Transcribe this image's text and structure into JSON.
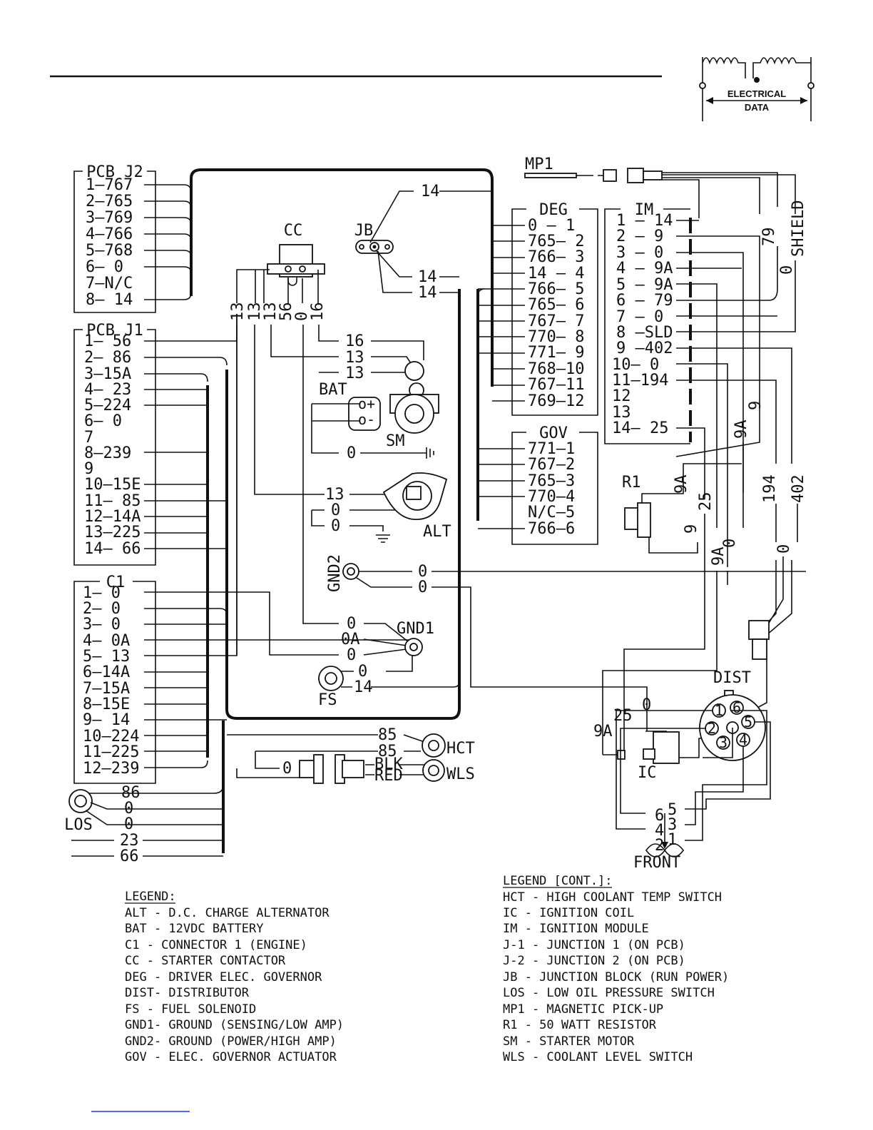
{
  "badge": {
    "line1": "ELECTRICAL",
    "line2": "DATA"
  },
  "blocks": {
    "pcb_j2": {
      "title": "PCB J2",
      "rows": [
        "1—767",
        "2—765",
        "3—769",
        "4—766",
        "5—768",
        "6— 0",
        "7—N/C",
        "8— 14"
      ]
    },
    "pcb_j1": {
      "title": "PCB J1",
      "rows": [
        "1— 56",
        "2— 86",
        "3—15A",
        "4— 23",
        "5—224",
        "6— 0",
        "7",
        "8—239",
        "9",
        "10—15E",
        "11— 85",
        "12—14A",
        "13—225",
        "14— 66"
      ]
    },
    "c1": {
      "title": "C1",
      "rows": [
        "1— 0",
        "2— 0",
        "3— 0",
        "4— 0A",
        "5— 13",
        "6—14A",
        "7—15A",
        "8—15E",
        "9— 14",
        "10—224",
        "11—225",
        "12—239"
      ]
    },
    "deg": {
      "title": "DEG",
      "rows": [
        "0 — 1",
        "765— 2",
        "766— 3",
        "14 — 4",
        "766— 5",
        "765— 6",
        "767— 7",
        "770— 8",
        "771— 9",
        "768—10",
        "767—11",
        "769—12"
      ]
    },
    "gov": {
      "title": "GOV",
      "rows": [
        "771—1",
        "767—2",
        "765—3",
        "770—4",
        "N/C—5",
        "766—6"
      ]
    },
    "im": {
      "title": "IM",
      "rows": [
        "1 — 14",
        "2 — 9",
        "3 — 0",
        "4 — 9A",
        "5 — 9A",
        "6 — 79",
        "7 — 0",
        "8 —SLD",
        "9 —402",
        "10— 0",
        "11—194",
        "12",
        "13",
        "14— 25"
      ]
    }
  },
  "components": {
    "cc": "CC",
    "jb": "JB",
    "bat": "BAT",
    "sm": "SM",
    "alt": "ALT",
    "gnd1": "GND1",
    "gnd2": "GND2",
    "fs": "FS",
    "hct": "HCT",
    "wls": "WLS",
    "los": "LOS",
    "mp1": "MP1",
    "r1": "R1",
    "ic": "IC",
    "dist": "DIST",
    "front": "FRONT"
  },
  "wire_labels": {
    "cc_vertical": [
      "13",
      "13",
      "13",
      "56",
      "0",
      "16"
    ],
    "jb_14a": "14",
    "jb_14b": "14",
    "jb_14c": "14",
    "sm_16": "16",
    "sm_13a": "13",
    "sm_13b": "13",
    "bat_0": "0",
    "alt_13": "13",
    "alt_0a": "0",
    "alt_0b": "0",
    "gnd2_0a": "0",
    "gnd2_0b": "0",
    "gnd1_0a": "0",
    "gnd1_0A": "0A",
    "gnd1_0b": "0",
    "fs_0": "0",
    "fs_14": "14",
    "hct_85a": "85",
    "hct_85b": "85",
    "wls_0": "0",
    "wls_blk": "BLK",
    "wls_red": "RED",
    "los_86": "86",
    "los_0a": "0",
    "los_0b": "0",
    "los_23": "23",
    "los_66": "66",
    "r_79": "79",
    "r_0": "0",
    "r_shield": "SHIELD",
    "r_9": "9",
    "r_9a": "9A",
    "r_194": "194",
    "r_402": "402",
    "r_0b": "0",
    "r1_9a": "9A",
    "r1_9": "9",
    "mid_25": "25",
    "mid_0": "0",
    "mid_9a": "9A",
    "ic_9a": "9A",
    "ic_25": "25",
    "ic_0": "0",
    "cap_nums": [
      "6",
      "4",
      "2",
      "5",
      "3",
      "1"
    ],
    "dist_nums": [
      "1",
      "6",
      "2",
      "5",
      "3",
      "4"
    ]
  },
  "legend": {
    "title": "LEGEND:",
    "items": [
      "ALT  -  D.C. CHARGE ALTERNATOR",
      "BAT  -  12VDC BATTERY",
      "C1   -  CONNECTOR 1 (ENGINE)",
      "CC   -  STARTER CONTACTOR",
      "DEG  -  DRIVER ELEC. GOVERNOR",
      "DIST-  DISTRIBUTOR",
      "FS   -  FUEL SOLENOID",
      "GND1-  GROUND (SENSING/LOW AMP)",
      "GND2-  GROUND (POWER/HIGH AMP)",
      "GOV  -  ELEC. GOVERNOR ACTUATOR"
    ]
  },
  "legend_cont": {
    "title": "LEGEND [CONT.]:",
    "items": [
      "HCT  -  HIGH COOLANT TEMP SWITCH",
      "IC   -  IGNITION COIL",
      "IM   -  IGNITION MODULE",
      "J-1  -  JUNCTION 1 (ON  PCB)",
      "J-2  -  JUNCTION 2 (ON PCB)",
      "JB   -  JUNCTION BLOCK (RUN POWER)",
      "LOS  -  LOW OIL PRESSURE SWITCH",
      "MP1  -  MAGNETIC PICK-UP",
      "R1   -  50 WATT RESISTOR",
      "SM   -  STARTER MOTOR",
      "WLS  -  COOLANT LEVEL SWITCH"
    ]
  }
}
